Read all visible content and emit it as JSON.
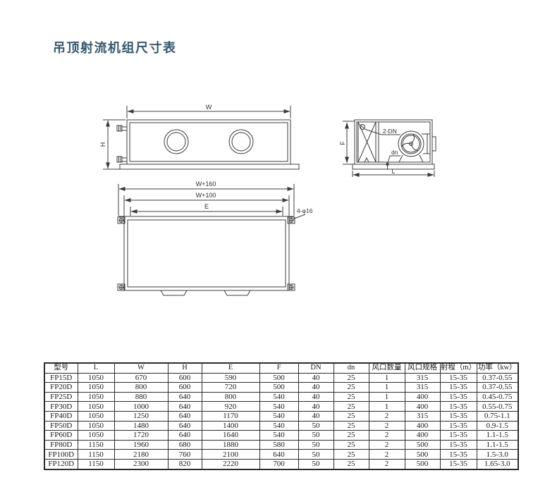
{
  "page": {
    "title": "吊顶射流机组尺寸表"
  },
  "colors": {
    "title": "#35596D",
    "drawing_line": "#3c3c3c",
    "table_border": "#2c2c2c"
  },
  "drawings": {
    "front_view": {
      "width_label": "W",
      "height_label": "H"
    },
    "side_view": {
      "depth_label": "F",
      "length_label": "L",
      "pipe_label": "2-DN",
      "drain_label": "dn"
    },
    "top_view": {
      "overall_label": "W+160",
      "panel_label": "W+100",
      "spacing_label": "E",
      "holes_label": "4-φ16"
    }
  },
  "table": {
    "headers": [
      "型号",
      "L",
      "W",
      "H",
      "E",
      "F",
      "DN",
      "dn",
      "风口数量",
      "风口规格",
      "射程（m）",
      "功率（kw）"
    ],
    "rows": [
      [
        "FP15D",
        "1050",
        "670",
        "600",
        "590",
        "500",
        "40",
        "25",
        "1",
        "315",
        "15-35",
        "0.37-0.55"
      ],
      [
        "FP20D",
        "1050",
        "800",
        "600",
        "720",
        "500",
        "40",
        "25",
        "1",
        "315",
        "15-35",
        "0.37-0.55"
      ],
      [
        "FP25D",
        "1050",
        "880",
        "640",
        "800",
        "540",
        "40",
        "25",
        "1",
        "400",
        "15-35",
        "0.45-0.75"
      ],
      [
        "FP30D",
        "1050",
        "1000",
        "640",
        "920",
        "540",
        "40",
        "25",
        "1",
        "400",
        "15-35",
        "0.55-0.75"
      ],
      [
        "FP40D",
        "1050",
        "1250",
        "640",
        "1170",
        "540",
        "40",
        "25",
        "2",
        "315",
        "15-35",
        "0.75-1.1"
      ],
      [
        "FP50D",
        "1050",
        "1480",
        "640",
        "1400",
        "540",
        "50",
        "25",
        "2",
        "400",
        "15-35",
        "0.9-1.5"
      ],
      [
        "FP60D",
        "1050",
        "1720",
        "640",
        "1640",
        "540",
        "50",
        "25",
        "2",
        "400",
        "15-35",
        "1.1-1.5"
      ],
      [
        "FP80D",
        "1150",
        "1960",
        "680",
        "1880",
        "580",
        "50",
        "25",
        "2",
        "500",
        "15-35",
        "1.1-1.5"
      ],
      [
        "FP100D",
        "1150",
        "2180",
        "760",
        "2100",
        "640",
        "50",
        "25",
        "2",
        "500",
        "15-35",
        "1.5-3.0"
      ],
      [
        "FP120D",
        "1150",
        "2300",
        "820",
        "2220",
        "700",
        "50",
        "25",
        "2",
        "500",
        "15-35",
        "1.65-3.0"
      ]
    ]
  }
}
